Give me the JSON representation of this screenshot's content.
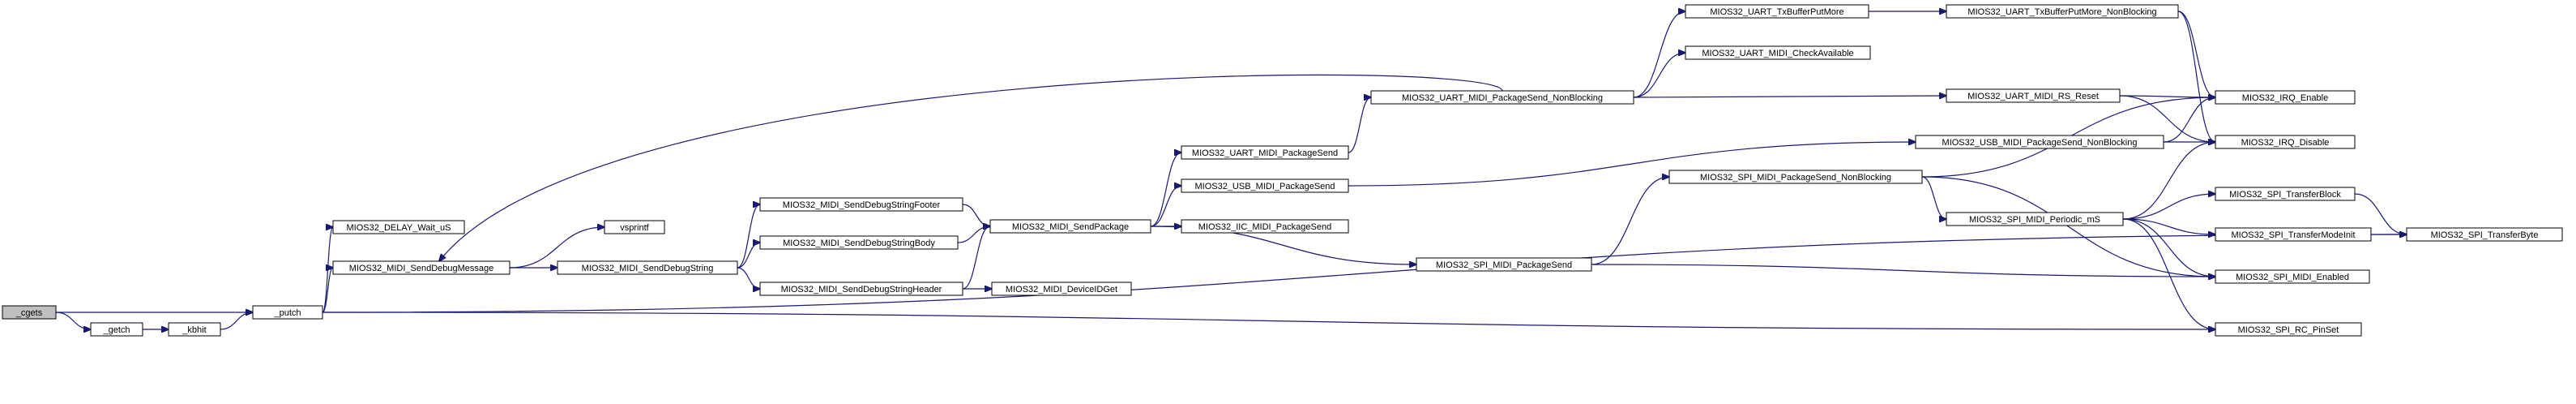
{
  "colors": {
    "edge": "#191970",
    "node_fill": "#ffffff",
    "root_fill": "#bfbfbf",
    "border": "#000000"
  },
  "nodes": [
    {
      "id": "n0",
      "label": "_cgets"
    },
    {
      "id": "n1",
      "label": "_getch"
    },
    {
      "id": "n2",
      "label": "_kbhit"
    },
    {
      "id": "n3",
      "label": "_putch"
    },
    {
      "id": "n4",
      "label": "MIOS32_DELAY_Wait_uS"
    },
    {
      "id": "n5",
      "label": "MIOS32_MIDI_SendDebugMessage"
    },
    {
      "id": "n6",
      "label": "vsprintf"
    },
    {
      "id": "n7",
      "label": "MIOS32_MIDI_SendDebugString"
    },
    {
      "id": "n8",
      "label": "MIOS32_MIDI_SendDebugStringFooter"
    },
    {
      "id": "n9",
      "label": "MIOS32_MIDI_SendDebugStringBody"
    },
    {
      "id": "n10",
      "label": "MIOS32_MIDI_SendDebugStringHeader"
    },
    {
      "id": "n11",
      "label": "MIOS32_MIDI_SendPackage"
    },
    {
      "id": "n12",
      "label": "MIOS32_MIDI_DeviceIDGet"
    },
    {
      "id": "n13",
      "label": "MIOS32_UART_MIDI_PackageSend"
    },
    {
      "id": "n14",
      "label": "MIOS32_USB_MIDI_PackageSend"
    },
    {
      "id": "n15",
      "label": "MIOS32_IIC_MIDI_PackageSend"
    },
    {
      "id": "n16",
      "label": "MIOS32_SPI_MIDI_PackageSend"
    },
    {
      "id": "n17",
      "label": "MIOS32_UART_MIDI_PackageSend_NonBlocking"
    },
    {
      "id": "n18",
      "label": "MIOS32_UART_TxBufferPutMore"
    },
    {
      "id": "n19",
      "label": "MIOS32_UART_MIDI_CheckAvailable"
    },
    {
      "id": "n20",
      "label": "MIOS32_SPI_MIDI_PackageSend_NonBlocking"
    },
    {
      "id": "n21",
      "label": "MIOS32_UART_TxBufferPutMore_NonBlocking"
    },
    {
      "id": "n22",
      "label": "MIOS32_UART_MIDI_RS_Reset"
    },
    {
      "id": "n23",
      "label": "MIOS32_USB_MIDI_PackageSend_NonBlocking"
    },
    {
      "id": "n24",
      "label": "MIOS32_SPI_MIDI_Periodic_mS"
    },
    {
      "id": "n25",
      "label": "MIOS32_IRQ_Enable"
    },
    {
      "id": "n26",
      "label": "MIOS32_IRQ_Disable"
    },
    {
      "id": "n27",
      "label": "MIOS32_SPI_TransferBlock"
    },
    {
      "id": "n28",
      "label": "MIOS32_SPI_TransferModeInit"
    },
    {
      "id": "n29",
      "label": "MIOS32_SPI_MIDI_Enabled"
    },
    {
      "id": "n30",
      "label": "MIOS32_SPI_RC_PinSet"
    },
    {
      "id": "n31",
      "label": "MIOS32_SPI_TransferByte"
    }
  ],
  "edges": [
    [
      "n0",
      "n1"
    ],
    [
      "n0",
      "n3"
    ],
    [
      "n1",
      "n2"
    ],
    [
      "n2",
      "n3"
    ],
    [
      "n3",
      "n4"
    ],
    [
      "n3",
      "n5"
    ],
    [
      "n3",
      "n30"
    ],
    [
      "n3",
      "n31"
    ],
    [
      "n5",
      "n6"
    ],
    [
      "n5",
      "n7"
    ],
    [
      "n7",
      "n8"
    ],
    [
      "n7",
      "n9"
    ],
    [
      "n7",
      "n10"
    ],
    [
      "n8",
      "n11"
    ],
    [
      "n9",
      "n11"
    ],
    [
      "n10",
      "n11"
    ],
    [
      "n10",
      "n12"
    ],
    [
      "n11",
      "n13"
    ],
    [
      "n11",
      "n14"
    ],
    [
      "n11",
      "n15"
    ],
    [
      "n11",
      "n16"
    ],
    [
      "n13",
      "n17"
    ],
    [
      "n14",
      "n23"
    ],
    [
      "n16",
      "n20"
    ],
    [
      "n16",
      "n29"
    ],
    [
      "n17",
      "n5"
    ],
    [
      "n17",
      "n18"
    ],
    [
      "n17",
      "n19"
    ],
    [
      "n17",
      "n22"
    ],
    [
      "n18",
      "n21"
    ],
    [
      "n21",
      "n25"
    ],
    [
      "n21",
      "n26"
    ],
    [
      "n22",
      "n25"
    ],
    [
      "n22",
      "n26"
    ],
    [
      "n23",
      "n25"
    ],
    [
      "n23",
      "n26"
    ],
    [
      "n20",
      "n25"
    ],
    [
      "n20",
      "n24"
    ],
    [
      "n20",
      "n29"
    ],
    [
      "n24",
      "n26"
    ],
    [
      "n24",
      "n27"
    ],
    [
      "n24",
      "n28"
    ],
    [
      "n24",
      "n29"
    ],
    [
      "n24",
      "n30"
    ],
    [
      "n27",
      "n31"
    ],
    [
      "n28",
      "n31"
    ]
  ]
}
